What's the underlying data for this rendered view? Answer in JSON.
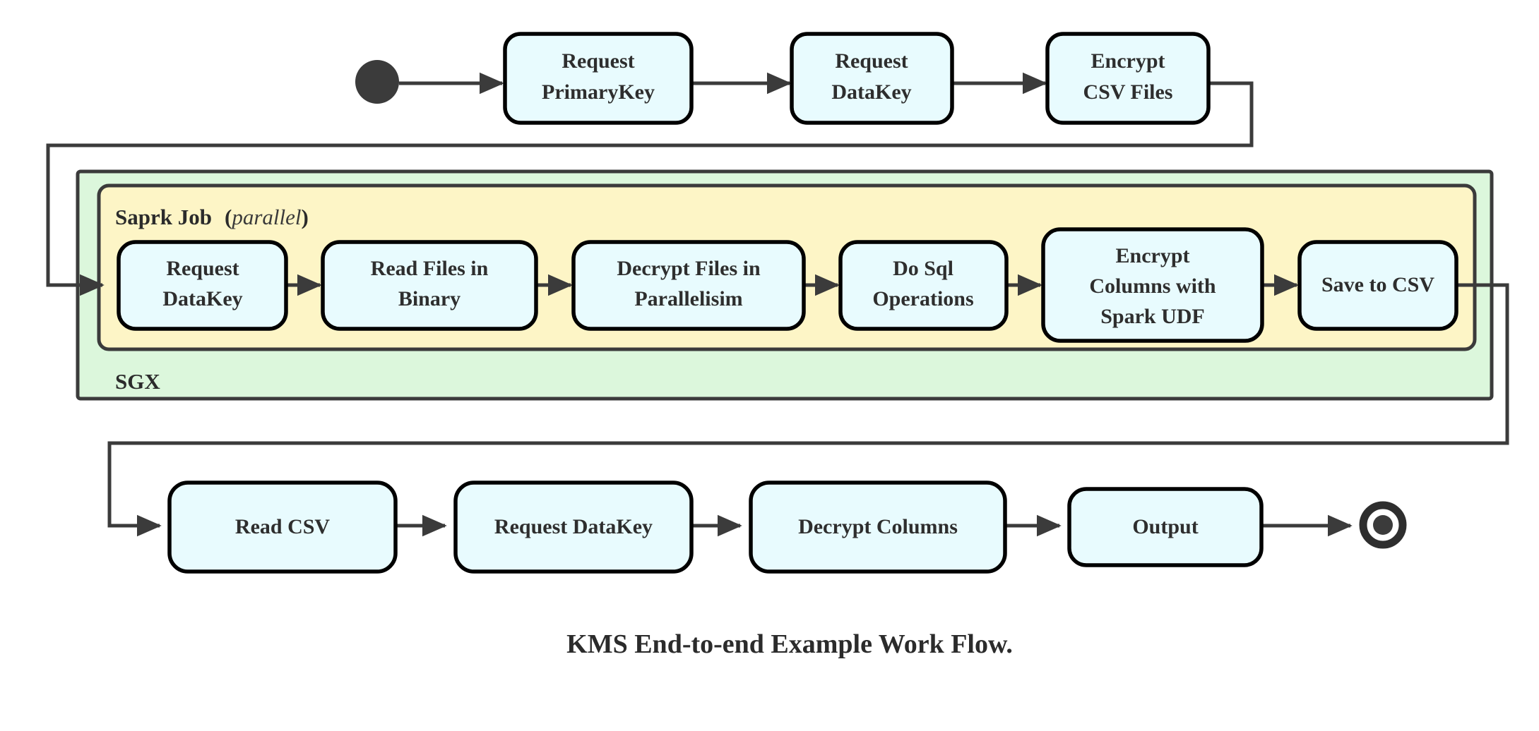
{
  "diagram": {
    "caption": "KMS End-to-end Example Work Flow.",
    "colors": {
      "node_fill": "#e8fbfe",
      "node_stroke": "#000000",
      "sgx_fill": "#dcf7dc",
      "spark_fill": "#fdf5c6",
      "connector": "#3b3b3b",
      "text": "#2e2e2e"
    },
    "start_node": {
      "name": "start"
    },
    "end_node": {
      "name": "end"
    },
    "containers": {
      "outer": {
        "label": "SGX"
      },
      "inner": {
        "label_bold": "Saprk Job",
        "label_italic": "(parallel)",
        "label_paren_open": "(",
        "label_paren_close": ")",
        "label_italic_word": "parallel"
      }
    },
    "rows": {
      "top": [
        {
          "id": "request-primarykey",
          "line1": "Request",
          "line2": "PrimaryKey"
        },
        {
          "id": "request-datakey-top",
          "line1": "Request",
          "line2": "DataKey"
        },
        {
          "id": "encrypt-csv-files",
          "line1": "Encrypt",
          "line2": "CSV Files"
        }
      ],
      "middle": [
        {
          "id": "request-datakey-mid",
          "line1": "Request",
          "line2": "DataKey"
        },
        {
          "id": "read-files-binary",
          "line1": "Read Files in",
          "line2": "Binary"
        },
        {
          "id": "decrypt-files-parallelisim",
          "line1": "Decrypt Files in",
          "line2": "Parallelisim"
        },
        {
          "id": "do-sql-operations",
          "line1": "Do Sql",
          "line2": "Operations"
        },
        {
          "id": "encrypt-columns-spark-udf",
          "line1": "Encrypt",
          "line2": "Columns with",
          "line3": "Spark UDF"
        },
        {
          "id": "save-to-csv",
          "line1": "Save to CSV"
        }
      ],
      "bottom": [
        {
          "id": "read-csv",
          "line1": "Read CSV"
        },
        {
          "id": "request-datakey-bottom",
          "line1": "Request DataKey"
        },
        {
          "id": "decrypt-columns",
          "line1": "Decrypt Columns"
        },
        {
          "id": "output",
          "line1": "Output"
        }
      ]
    }
  }
}
